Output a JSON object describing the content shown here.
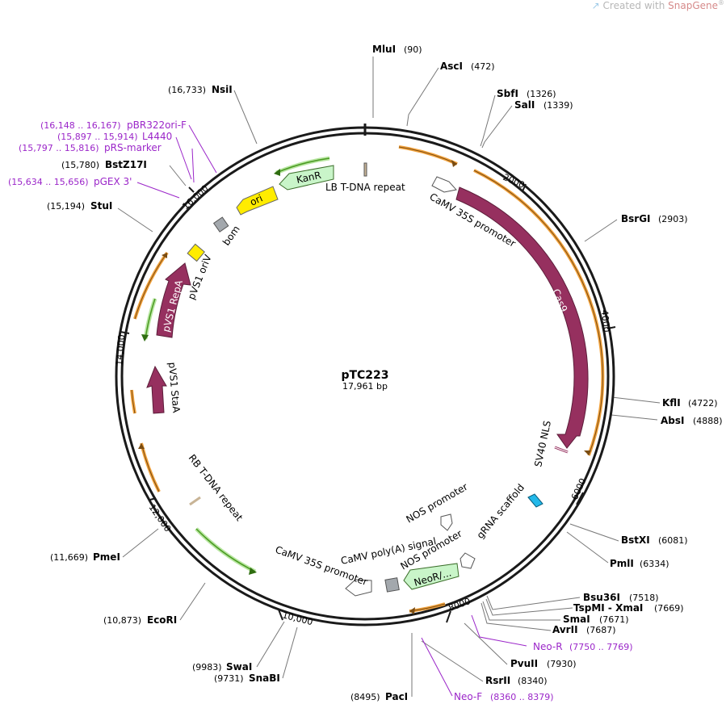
{
  "watermark": {
    "prefix": "Created with ",
    "brand": "SnapGene",
    "mark": "®"
  },
  "plasmid": {
    "name": "pTC223",
    "size_label": "17,961 bp",
    "length": 17961
  },
  "ticks": [
    "2000",
    "4000",
    "6000",
    "8000",
    "10,000",
    "12,000",
    "14,000",
    "16,000"
  ],
  "sites": [
    {
      "name": "MluI",
      "pos": "(90)"
    },
    {
      "name": "AscI",
      "pos": "(472)"
    },
    {
      "name": "SbfI",
      "pos": "(1326)"
    },
    {
      "name": "SalI",
      "pos": "(1339)"
    },
    {
      "name": "BsrGI",
      "pos": "(2903)"
    },
    {
      "name": "KflI",
      "pos": "(4722)"
    },
    {
      "name": "AbsI",
      "pos": "(4888)"
    },
    {
      "name": "BstXI",
      "pos": "(6081)"
    },
    {
      "name": "PmlI",
      "pos": "(6334)"
    },
    {
      "name": "Bsu36I",
      "pos": "(7518)"
    },
    {
      "name": "TspMI - XmaI",
      "pos": "(7669)"
    },
    {
      "name": "SmaI",
      "pos": "(7671)"
    },
    {
      "name": "AvrII",
      "pos": "(7687)"
    },
    {
      "name": "PvuII",
      "pos": "(7930)"
    },
    {
      "name": "RsrII",
      "pos": "(8340)"
    },
    {
      "name": "PacI",
      "pos": "(8495)"
    },
    {
      "name": "SnaBI",
      "pos": "(9731)"
    },
    {
      "name": "SwaI",
      "pos": "(9983)"
    },
    {
      "name": "EcoRI",
      "pos": "(10,873)"
    },
    {
      "name": "PmeI",
      "pos": "(11,669)"
    },
    {
      "name": "StuI",
      "pos": "(15,194)"
    },
    {
      "name": "BstZ17I",
      "pos": "(15,780)"
    },
    {
      "name": "NsiI",
      "pos": "(16,733)"
    }
  ],
  "primers": [
    {
      "name": "pBR322ori-F",
      "range": "(16,148 .. 16,167)"
    },
    {
      "name": "L4440",
      "range": "(15,897 .. 15,914)"
    },
    {
      "name": "pRS-marker",
      "range": "(15,797 .. 15,816)"
    },
    {
      "name": "pGEX 3'",
      "range": "(15,634 .. 15,656)"
    },
    {
      "name": "Neo-R",
      "range": "(7750 .. 7769)"
    },
    {
      "name": "Neo-F",
      "range": "(8360 .. 8379)"
    }
  ],
  "features": {
    "cas9": "Cas9",
    "camv_top": "CaMV 35S promoter",
    "lb": "LB T-DNA repeat",
    "kanr": "KanR",
    "ori": "ori",
    "bom": "bom",
    "pvs1_oriv": "pVS1 oriV",
    "pvs1_repa": "pVS1 RepA",
    "pvs1_staa": "pVS1 StaA",
    "sv40": "SV40 NLS",
    "grna": "gRNA scaffold",
    "nos_promoter_1": "NOS promoter",
    "nos_promoter_2": "NOS promoter",
    "neor": "NeoR/...",
    "camv_polya": "CaMV poly(A) signal",
    "camv_bottom": "CaMV 35S promoter",
    "rb": "RB T-DNA repeat"
  },
  "colors": {
    "backbone": "#1a1a1a",
    "cas9": "#96305f",
    "kanr": "#c9f5c9",
    "ori": "#ffec00",
    "bom": "#a3a8ad",
    "pvs1_oriv": "#ffec00",
    "grna": "#22b8e9",
    "orange": "#f2a23c",
    "green": "#4a9a22",
    "primer": "#9b26c9"
  }
}
